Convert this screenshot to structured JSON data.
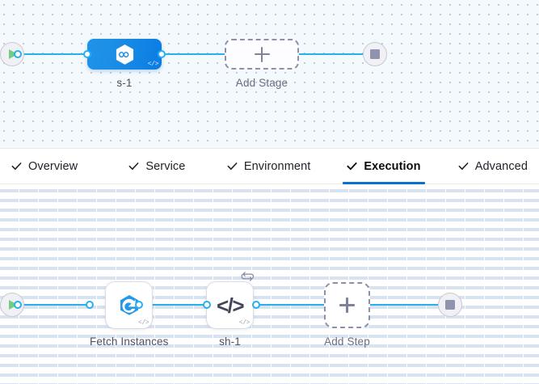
{
  "theme": {
    "accent_blue": "#27b0ef",
    "tab_active_underline": "#0b6fd1",
    "stage_node_blue": "#0a7ce4",
    "dashed_border": "#8d90ab",
    "start_icon_green": "#6fcf7f",
    "stop_icon_gray": "#9093ad"
  },
  "stage_canvas": {
    "name": "pipeline-stages-canvas",
    "start_node": {
      "icon": "play-icon",
      "label": ""
    },
    "stages": [
      {
        "label": "s-1",
        "icon": "hexagon-infinity-icon",
        "corner_badge": "code-icon",
        "selected": true
      }
    ],
    "add_stage": {
      "label": "Add Stage",
      "icon": "plus-icon"
    },
    "end_node": {
      "icon": "stop-icon",
      "label": ""
    }
  },
  "tabs": {
    "name": "stage-config-tabs",
    "items": [
      {
        "label": "Overview",
        "icon": "check-icon",
        "active": false
      },
      {
        "label": "Service",
        "icon": "check-icon",
        "active": false
      },
      {
        "label": "Environment",
        "icon": "check-icon",
        "active": false
      },
      {
        "label": "Execution",
        "icon": "check-icon",
        "active": true
      },
      {
        "label": "Advanced",
        "icon": "check-icon",
        "active": false
      }
    ]
  },
  "steps_canvas": {
    "name": "execution-steps-canvas",
    "start_node": {
      "icon": "play-icon",
      "label": ""
    },
    "steps": [
      {
        "label": "Fetch Instances",
        "icon": "hexagon-swirl-icon",
        "corner_badge": "code-icon",
        "loop_badge": false
      },
      {
        "label": "sh-1",
        "icon": "code-brackets-icon",
        "corner_badge": "code-icon",
        "loop_badge": true,
        "loop_badge_icon": "loop-retry-icon"
      }
    ],
    "add_step": {
      "label": "Add Step",
      "icon": "plus-icon"
    },
    "end_node": {
      "icon": "stop-icon",
      "label": ""
    }
  }
}
